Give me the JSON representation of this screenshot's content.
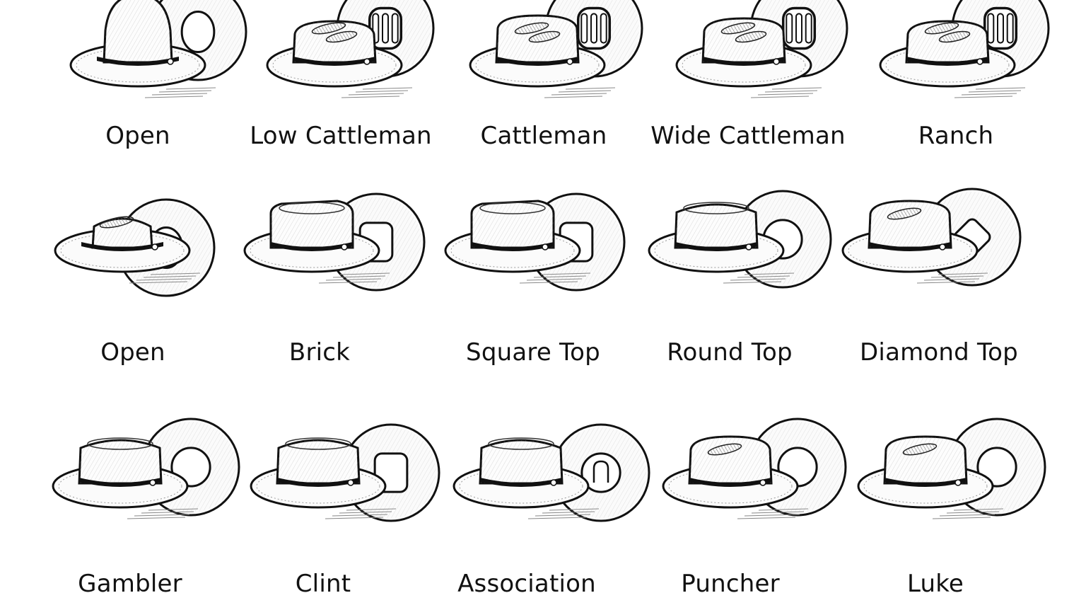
{
  "title": "Cowboy hat crown styles",
  "rows": [
    {
      "hats": [
        {
          "name": "Open",
          "crown": "dome",
          "top": "oval"
        },
        {
          "name": "Low Cattleman",
          "crown": "creased-low",
          "top": "three-ridges"
        },
        {
          "name": "Cattleman",
          "crown": "creased",
          "top": "three-ridges"
        },
        {
          "name": "Wide Cattleman",
          "crown": "creased-wide",
          "top": "three-ridges"
        },
        {
          "name": "Ranch",
          "crown": "creased-low",
          "top": "three-ridges"
        }
      ]
    },
    {
      "hats": [
        {
          "name": "Open",
          "crown": "low-pinch",
          "top": "oval"
        },
        {
          "name": "Brick",
          "crown": "box",
          "top": "rounded-square"
        },
        {
          "name": "Square Top",
          "crown": "box",
          "top": "rounded-square"
        },
        {
          "name": "Round Top",
          "crown": "flat-round",
          "top": "circle"
        },
        {
          "name": "Diamond Top",
          "crown": "pinched",
          "top": "diamond"
        }
      ]
    },
    {
      "hats": [
        {
          "name": "Gambler",
          "crown": "flat-round",
          "top": "circle"
        },
        {
          "name": "Clint",
          "crown": "flat-round",
          "top": "rounded-square"
        },
        {
          "name": "Association",
          "crown": "flat-round",
          "top": "n-crease"
        },
        {
          "name": "Puncher",
          "crown": "pinched",
          "top": "circle"
        },
        {
          "name": "Luke",
          "crown": "pinched",
          "top": "circle"
        }
      ]
    }
  ]
}
